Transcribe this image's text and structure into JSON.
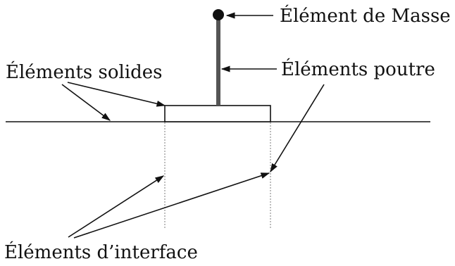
{
  "labels": {
    "mass_element": "Élément de Masse",
    "solid_elements": "Éléments solides",
    "beam_elements": "Éléments poutre",
    "interface_elements": "Éléments d’interface"
  },
  "colors": {
    "ink": "#111111",
    "beam": "#555555",
    "interface": "#bdbdbd"
  }
}
